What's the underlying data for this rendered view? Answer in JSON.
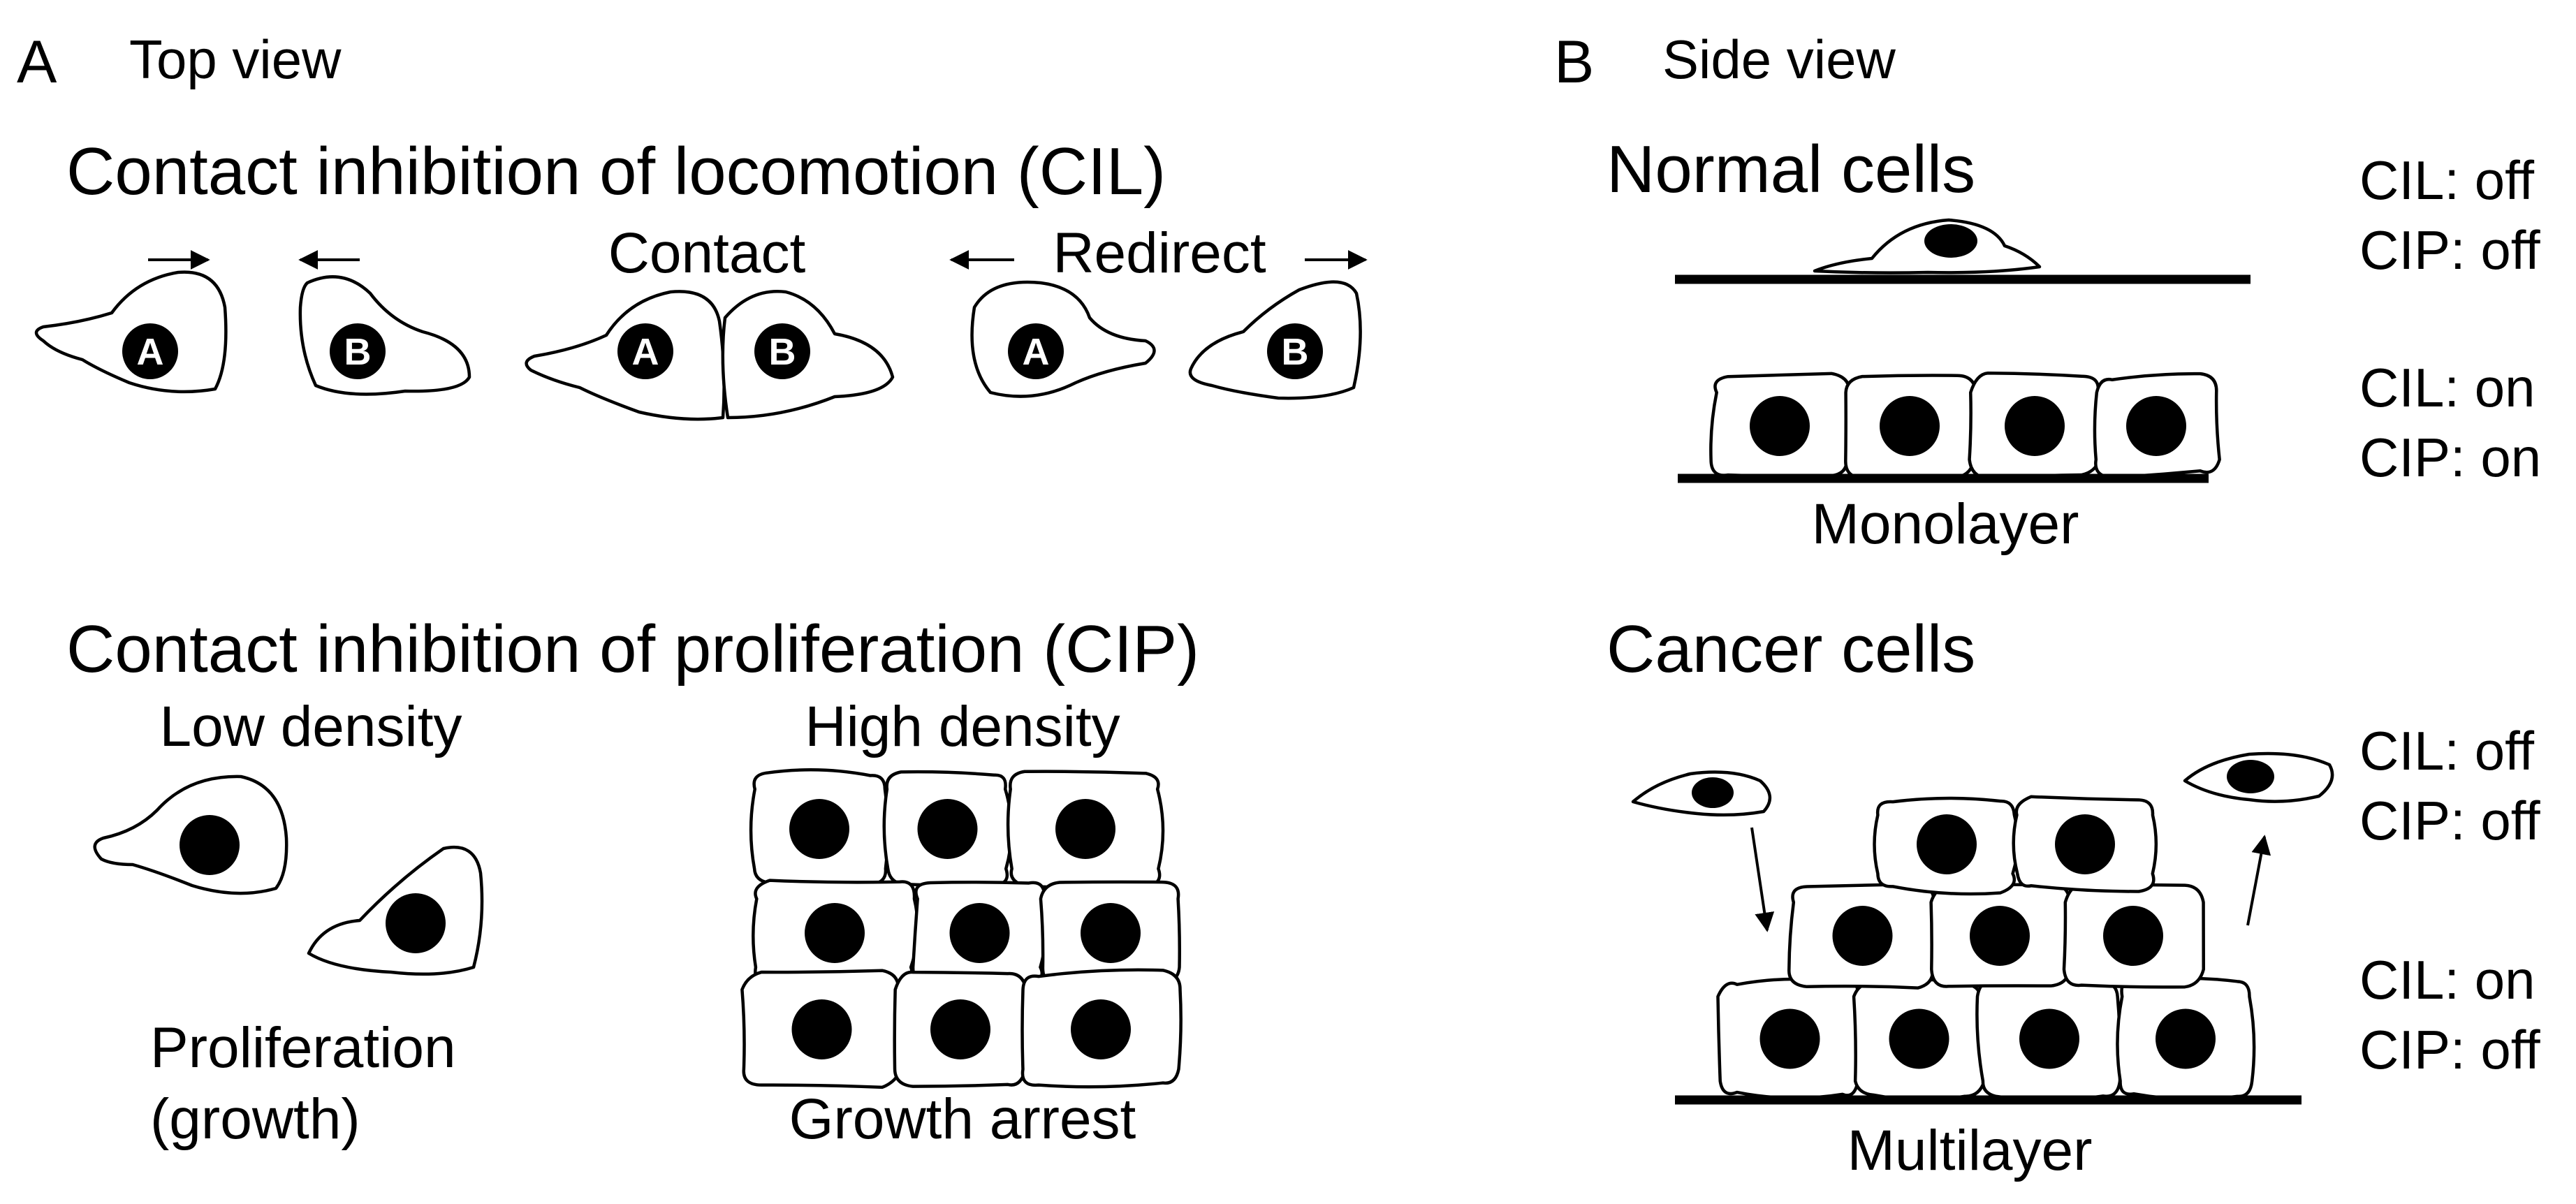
{
  "panel_a": {
    "letter": "A",
    "view": "Top view",
    "cil": {
      "title": "Contact inhibition of locomotion (CIL)",
      "contact_label": "Contact",
      "redirect_label": "Redirect",
      "cell_a": "A",
      "cell_b": "B"
    },
    "cip": {
      "title": "Contact inhibition of proliferation (CIP)",
      "low_density": "Low density",
      "high_density": "High density",
      "proliferation_line1": "Proliferation",
      "proliferation_line2": "(growth)",
      "growth_arrest": "Growth arrest"
    }
  },
  "panel_b": {
    "letter": "B",
    "view": "Side view",
    "normal": {
      "title": "Normal cells",
      "single_cil": "CIL: off",
      "single_cip": "CIP: off",
      "mono_cil": "CIL: on",
      "mono_cip": "CIP: on",
      "monolayer": "Monolayer"
    },
    "cancer": {
      "title": "Cancer cells",
      "migrating_cil": "CIL: off",
      "migrating_cip": "CIP: off",
      "layer_cil": "CIL: on",
      "layer_cip": "CIP: off",
      "multilayer": "Multilayer"
    }
  },
  "colors": {
    "ink": "#000000",
    "cell_fill": "#ffffff",
    "background": "#ffffff"
  }
}
